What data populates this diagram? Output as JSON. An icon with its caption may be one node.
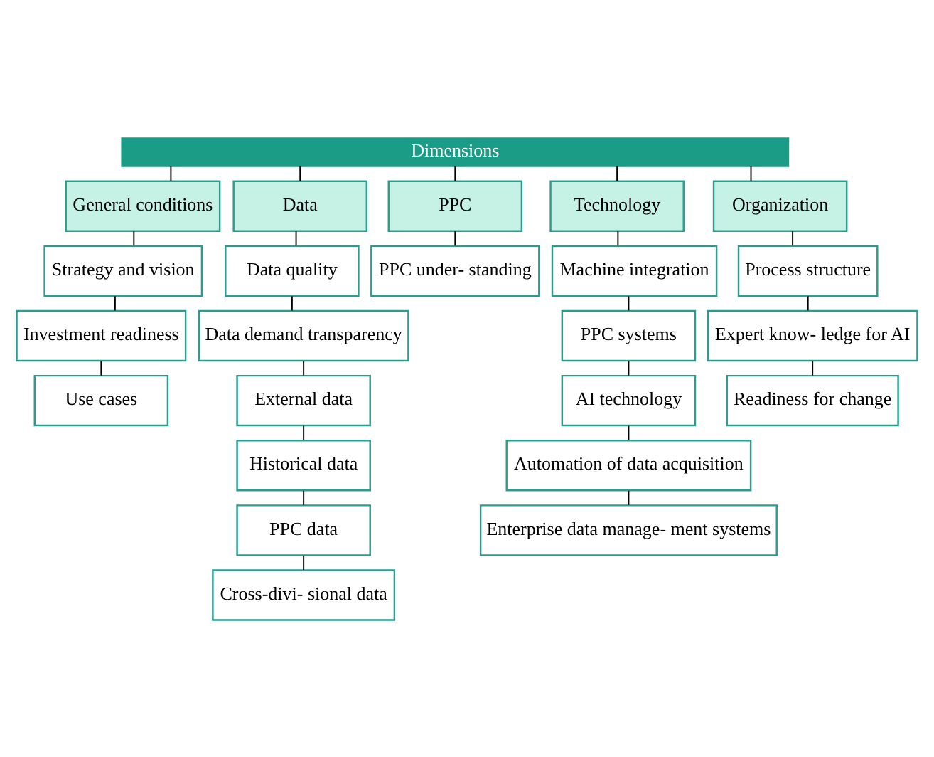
{
  "diagram": {
    "nodes": [
      {
        "text": [
          "Dimensions"
        ]
      },
      {
        "text": [
          "General conditions"
        ]
      },
      {
        "text": [
          "Strategy and vision"
        ]
      },
      {
        "text": [
          "Investment readiness"
        ]
      },
      {
        "text": [
          "Use cases"
        ]
      },
      {
        "text": [
          "Data"
        ]
      },
      {
        "text": [
          "Data quality"
        ]
      },
      {
        "text": [
          "Data demand transparency"
        ]
      },
      {
        "text": [
          "External data"
        ]
      },
      {
        "text": [
          "Historical data"
        ]
      },
      {
        "text": [
          "PPC data"
        ]
      },
      {
        "text": [
          "Cross-divi- sional data"
        ]
      },
      {
        "text": [
          "PPC"
        ]
      },
      {
        "text": [
          "PPC under- standing"
        ]
      },
      {
        "text": [
          "Technology"
        ]
      },
      {
        "text": [
          "Machine integration"
        ]
      },
      {
        "text": [
          "PPC systems"
        ]
      },
      {
        "text": [
          "AI technology"
        ]
      },
      {
        "text": [
          "Automation of data acquisition"
        ]
      },
      {
        "text": [
          "Enterprise data manage- ment systems"
        ]
      },
      {
        "text": [
          "Organization"
        ]
      },
      {
        "text": [
          "Process structure"
        ]
      },
      {
        "text": [
          "Expert know- ledge for AI"
        ]
      },
      {
        "text": [
          "Readiness for change"
        ]
      }
    ],
    "edges": [
      {
        "from": 0,
        "to": 1,
        "arrow": "none"
      },
      {
        "from": 1,
        "to": 2,
        "arrow": "none"
      },
      {
        "from": 2,
        "to": 3,
        "arrow": "none"
      },
      {
        "from": 3,
        "to": 4,
        "arrow": "none"
      },
      {
        "from": 0,
        "to": 5,
        "arrow": "none"
      },
      {
        "from": 5,
        "to": 6,
        "arrow": "none"
      },
      {
        "from": 6,
        "to": 7,
        "arrow": "none"
      },
      {
        "from": 7,
        "to": 8,
        "arrow": "none"
      },
      {
        "from": 8,
        "to": 9,
        "arrow": "none"
      },
      {
        "from": 9,
        "to": 10,
        "arrow": "none"
      },
      {
        "from": 10,
        "to": 11,
        "arrow": "none"
      },
      {
        "from": 0,
        "to": 12,
        "arrow": "none"
      },
      {
        "from": 12,
        "to": 13,
        "arrow": "none"
      },
      {
        "from": 0,
        "to": 14,
        "arrow": "none"
      },
      {
        "from": 14,
        "to": 15,
        "arrow": "none"
      },
      {
        "from": 15,
        "to": 16,
        "arrow": "none"
      },
      {
        "from": 16,
        "to": 17,
        "arrow": "none"
      },
      {
        "from": 17,
        "to": 18,
        "arrow": "none"
      },
      {
        "from": 18,
        "to": 19,
        "arrow": "none"
      },
      {
        "from": 0,
        "to": 20,
        "arrow": "none"
      },
      {
        "from": 20,
        "to": 21,
        "arrow": "none"
      },
      {
        "from": 21,
        "to": 22,
        "arrow": "none"
      },
      {
        "from": 22,
        "to": 23,
        "arrow": "none"
      }
    ]
  }
}
